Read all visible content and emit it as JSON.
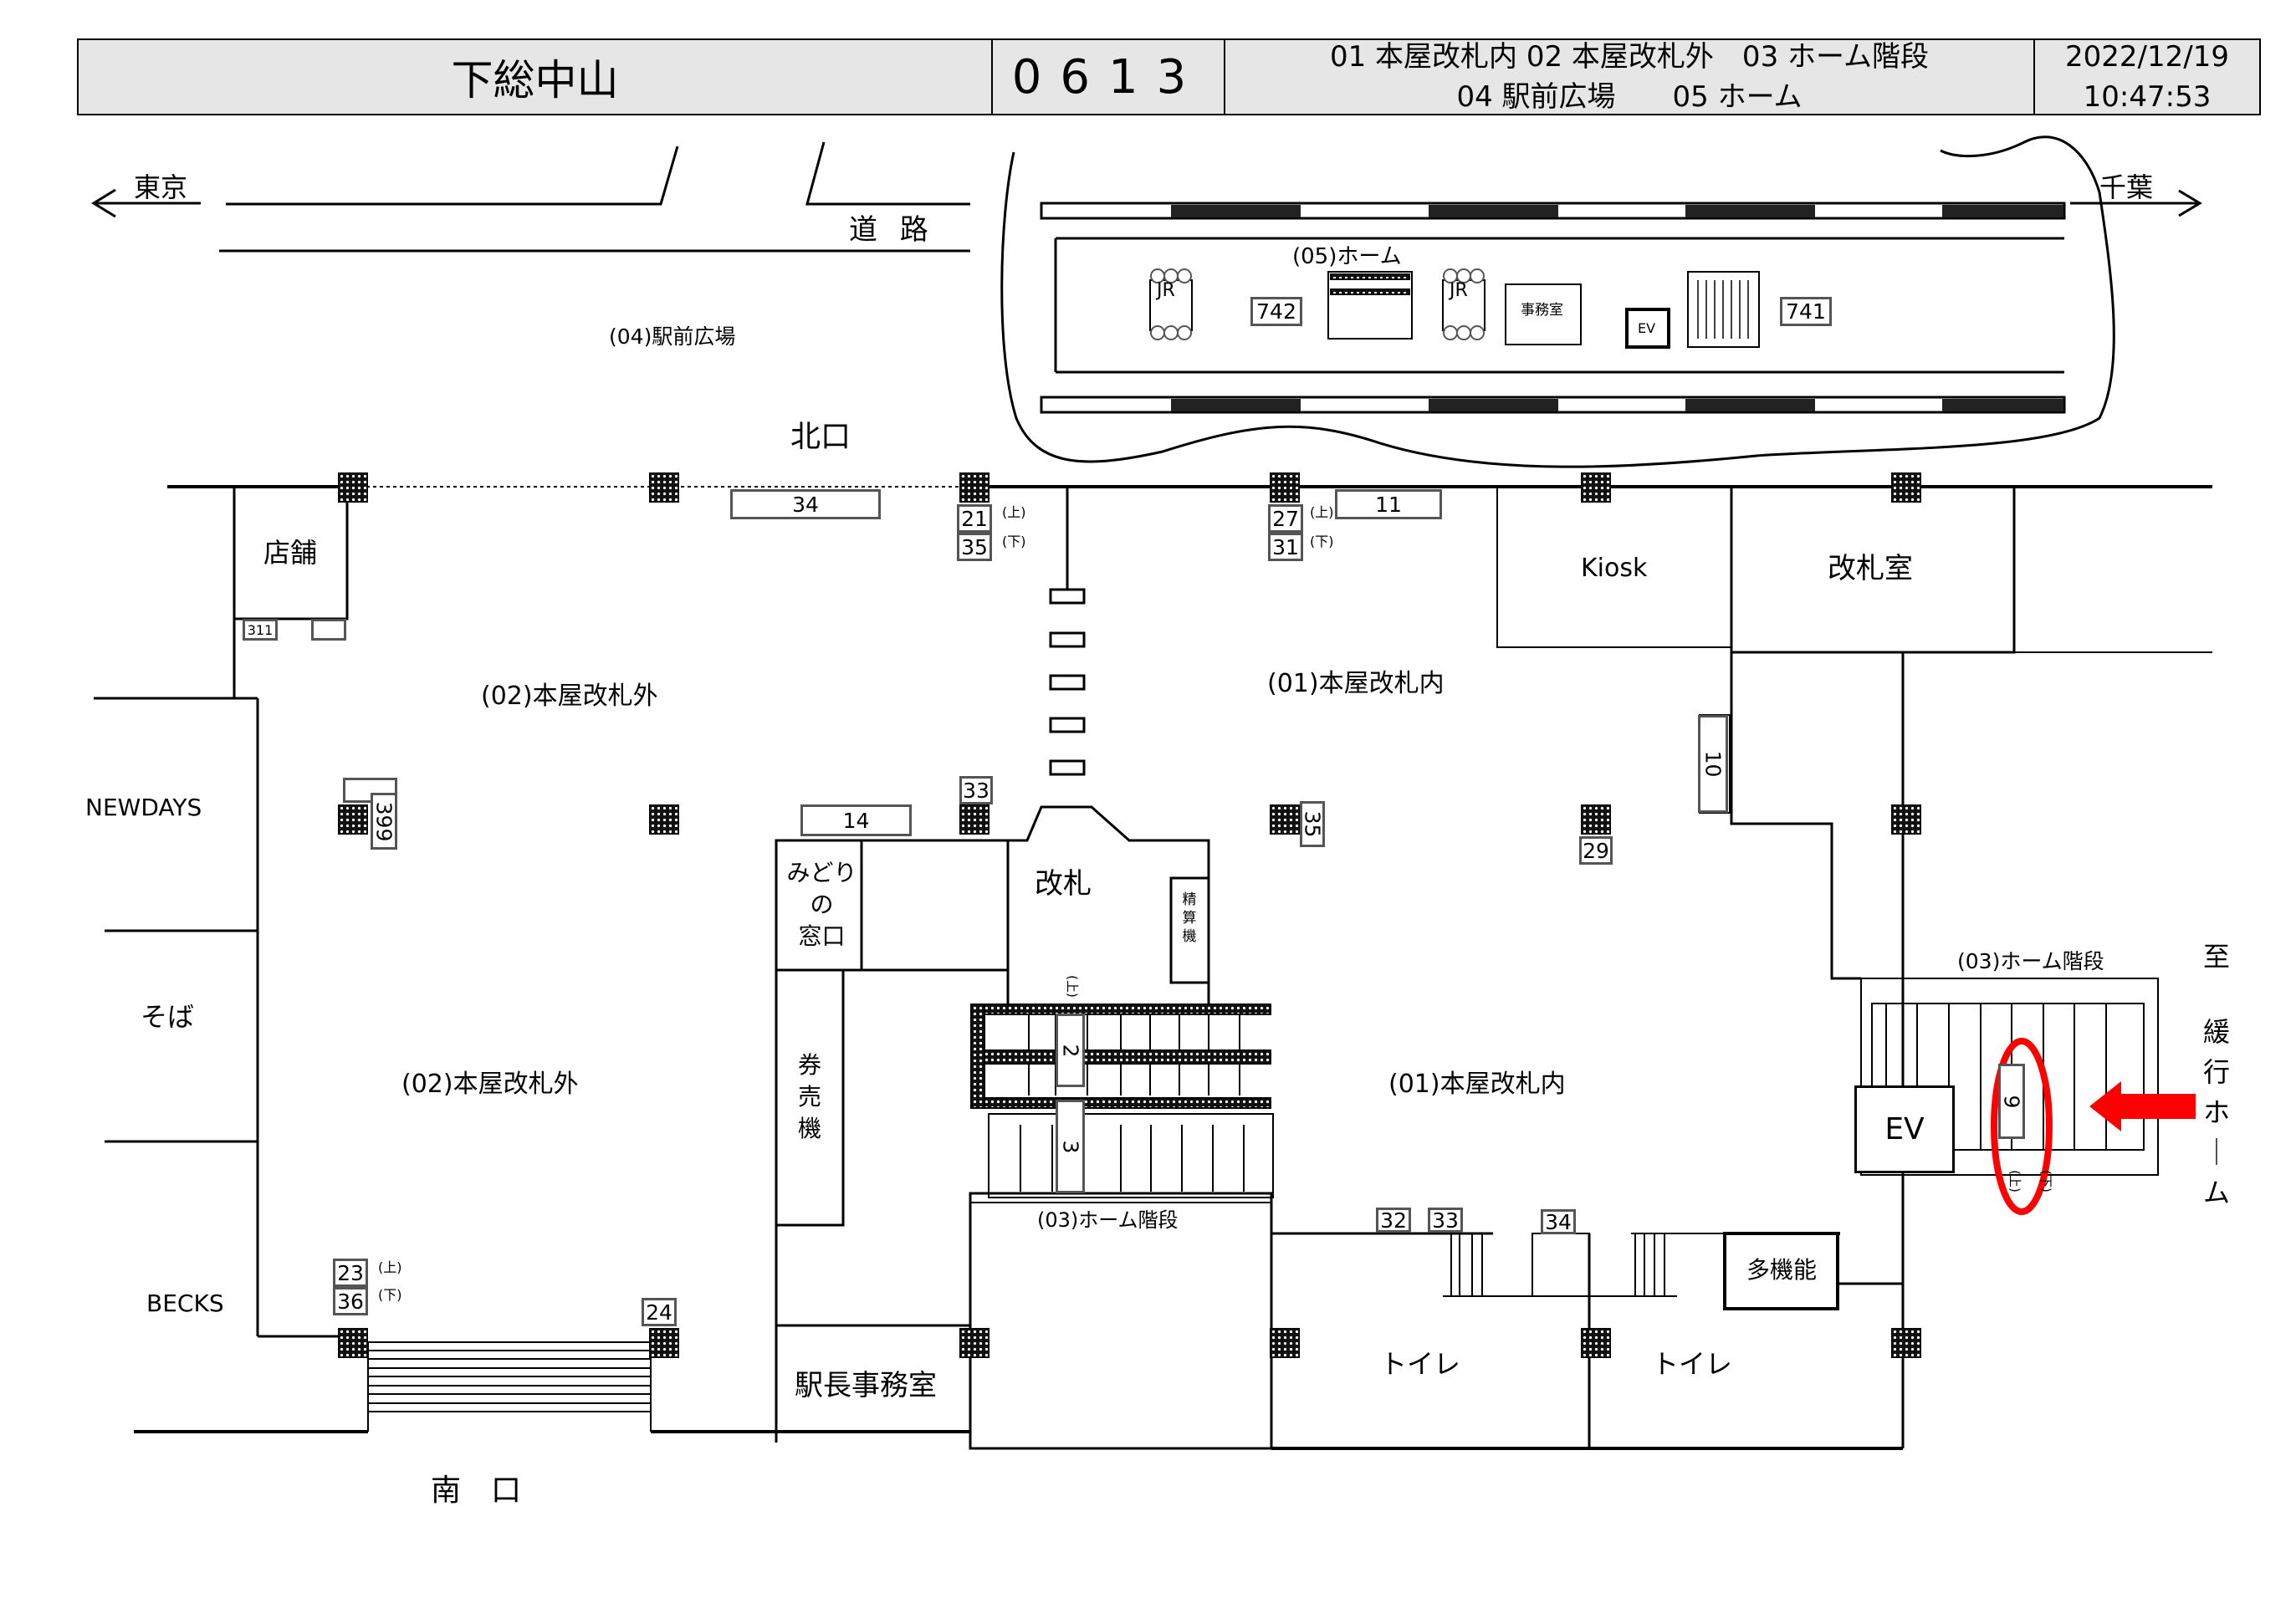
{
  "header": {
    "station_name": "下総中山",
    "station_code": "0613",
    "area_legend_line1": "01 本屋改札内 02 本屋改札外　03 ホーム階段",
    "area_legend_line2": "04 駅前広場　　05 ホーム",
    "date": "2022/12/19",
    "time": "10:47:53"
  },
  "directions": {
    "west": "東京",
    "east": "千葉",
    "road": "道 路",
    "north_exit": "北口",
    "south_exit": "南　口",
    "local_platform": [
      "至",
      "緩",
      "行",
      "ホ",
      "｜",
      "ム"
    ]
  },
  "areas": {
    "plaza": "(04)駅前広場",
    "platform": "(05)ホーム",
    "outside_gate_north": "(02)本屋改札外",
    "outside_gate_south": "(02)本屋改札外",
    "inside_gate_north": "(01)本屋改札内",
    "inside_gate_south": "(01)本屋改札内",
    "stairs_center": "(03)ホーム階段",
    "stairs_right": "(03)ホーム階段"
  },
  "rooms": {
    "shop": "店舗",
    "newdays": "NEWDAYS",
    "soba": "そば",
    "becks": "BECKS",
    "kiosk": "Kiosk",
    "gate_office": "改札室",
    "midori": [
      "みどり",
      "の",
      "窓口"
    ],
    "ticket_machine": [
      "券",
      "売",
      "機"
    ],
    "ticket_gate": "改札",
    "fare_adjust": [
      "精",
      "算",
      "機"
    ],
    "station_master": "駅長事務室",
    "toilet_1": "トイレ",
    "toilet_2": "トイレ",
    "multi_toilet": "多機能",
    "elevator": "EV",
    "platform_office": "事務室",
    "platform_ev": "EV",
    "jr_1": "JR",
    "jr_2": "JR"
  },
  "ad_boards": {
    "b34_top": "34",
    "b21": "21",
    "b35_top": "35",
    "b27": "27",
    "b31": "31",
    "b11": "11",
    "b311": "311",
    "b399": "399",
    "b14": "14",
    "b33_top": "33",
    "b35_mid": "35",
    "b29": "29",
    "b10": "10",
    "b2": "2",
    "b3": "3",
    "b23": "23",
    "b36": "36",
    "b24": "24",
    "b32": "32",
    "b33_bot": "33",
    "b34_bot": "34",
    "b9": "9",
    "b742": "742",
    "b741": "741"
  },
  "direction_marks": {
    "up": "(上)",
    "down": "(下)"
  },
  "highlight": {
    "target_board": "9",
    "color": "#ff0000"
  }
}
